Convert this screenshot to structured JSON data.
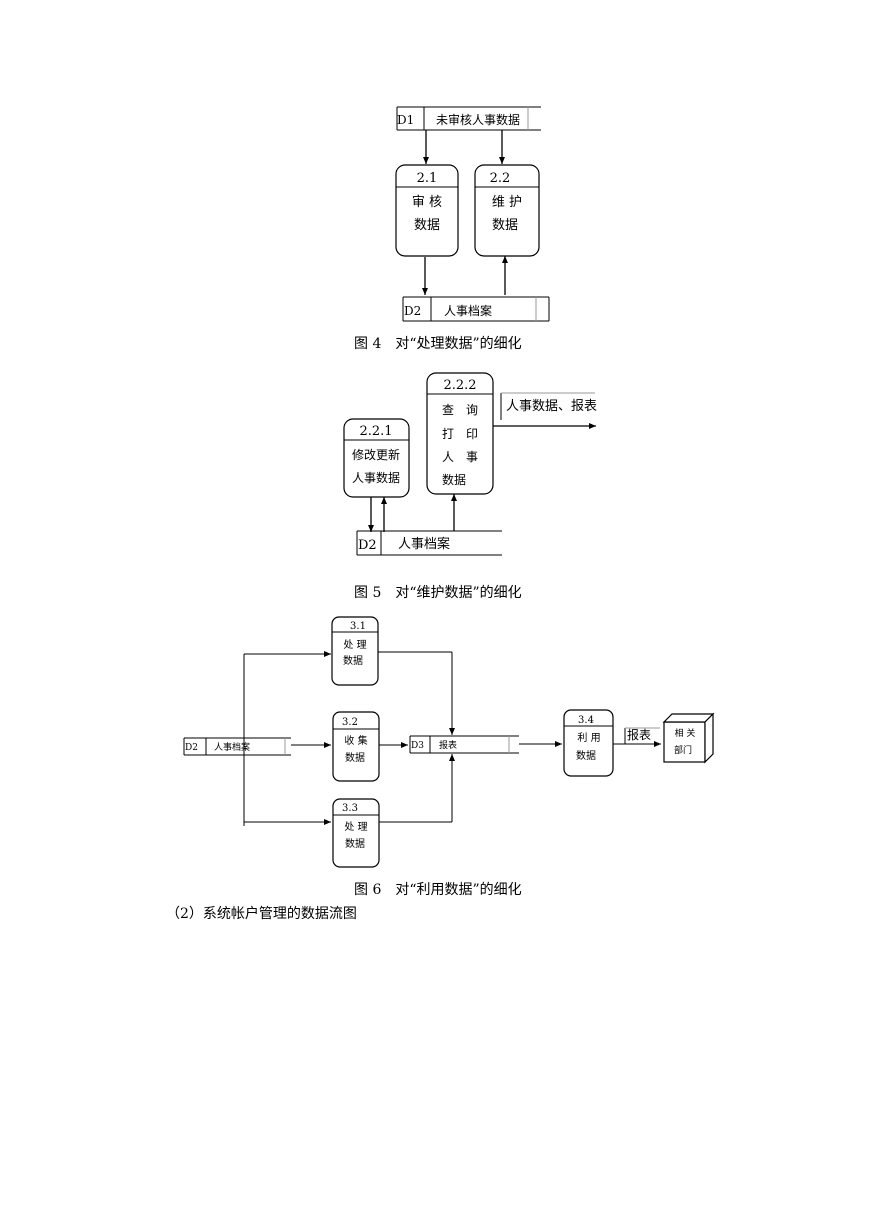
{
  "figure4": {
    "d1_id": "D1",
    "d1_label": "未审核人事数据",
    "p21_id": "2.1",
    "p21_line1": "审 核",
    "p21_line2": "数据",
    "p22_id": "2.2",
    "p22_line1": "维 护",
    "p22_line2": "数据",
    "d2_id": "D2",
    "d2_label": "人事档案",
    "caption": "图 4　对“处理数据”的细化"
  },
  "figure5": {
    "p221_id": "2.2.1",
    "p221_line1": "修改更新",
    "p221_line2": "人事数据",
    "p222_id": "2.2.2",
    "p222_line1": "查　询",
    "p222_line2": "打　印",
    "p222_line3": "人　事",
    "p222_line4": "数据",
    "output_label": "人事数据、报表",
    "d2_id": "D2",
    "d2_label": "人事档案",
    "caption": "图 5　对“维护数据”的细化"
  },
  "figure6": {
    "d2_id": "D2",
    "d2_label": "人事档案",
    "p31_id": "3.1",
    "p31_line1": "处 理",
    "p31_line2": "数据",
    "p32_id": "3.2",
    "p32_line1": "收 集",
    "p32_line2": "数据",
    "p33_id": "3.3",
    "p33_line1": "处 理",
    "p33_line2": "数据",
    "d3_id": "D3",
    "d3_label": "报表",
    "p34_id": "3.4",
    "p34_line1": "利 用",
    "p34_line2": "数据",
    "flow_label": "报表",
    "ext_line1": "相 关",
    "ext_line2": "部门",
    "caption": "图 6　对“利用数据”的细化"
  },
  "section_heading": "（2）系统帐户管理的数据流图"
}
